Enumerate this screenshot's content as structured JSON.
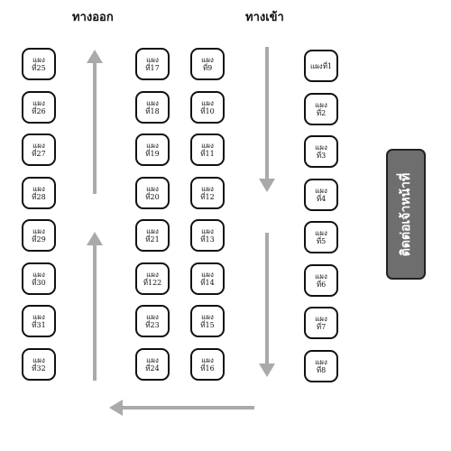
{
  "header": {
    "exit_label": "ทางออก",
    "entrance_label": "ทางเข้า"
  },
  "contact_box": {
    "label": "ติดต่อเจ้าหน้าที่"
  },
  "booth_word": "แผง",
  "columns": {
    "left": [
      {
        "line1": "แผง",
        "line2": "ที่25"
      },
      {
        "line1": "แผง",
        "line2": "ที่26"
      },
      {
        "line1": "แผง",
        "line2": "ที่27"
      },
      {
        "line1": "แผง",
        "line2": "ที่28"
      },
      {
        "line1": "แผง",
        "line2": "ที่29"
      },
      {
        "line1": "แผง",
        "line2": "ที่30"
      },
      {
        "line1": "แผง",
        "line2": "ที่31"
      },
      {
        "line1": "แผง",
        "line2": "ที่32"
      }
    ],
    "mid_left": [
      {
        "line1": "แผง",
        "line2": "ที่17"
      },
      {
        "line1": "แผง",
        "line2": "ที่18"
      },
      {
        "line1": "แผง",
        "line2": "ที่19"
      },
      {
        "line1": "แผง",
        "line2": "ที่20"
      },
      {
        "line1": "แผง",
        "line2": "ที่21"
      },
      {
        "line1": "แผง",
        "line2": "ที่122"
      },
      {
        "line1": "แผง",
        "line2": "ที่23"
      },
      {
        "line1": "แผง",
        "line2": "ที่24"
      }
    ],
    "mid_right": [
      {
        "line1": "แผง",
        "line2": "ที่9"
      },
      {
        "line1": "แผง",
        "line2": "ที่10"
      },
      {
        "line1": "แผง",
        "line2": "ที่11"
      },
      {
        "line1": "แผง",
        "line2": "ที่12"
      },
      {
        "line1": "แผง",
        "line2": "ที่13"
      },
      {
        "line1": "แผง",
        "line2": "ที่14"
      },
      {
        "line1": "แผง",
        "line2": "ที่15"
      },
      {
        "line1": "แผง",
        "line2": "ที่16"
      }
    ],
    "right": [
      {
        "line1": "แผงที่1",
        "line2": ""
      },
      {
        "line1": "แผง",
        "line2": "ที่2"
      },
      {
        "line1": "แผง",
        "line2": "ที่3"
      },
      {
        "line1": "แผง",
        "line2": "ที่4"
      },
      {
        "line1": "แผง",
        "line2": "ที่5"
      },
      {
        "line1": "แผง",
        "line2": "ที่6"
      },
      {
        "line1": "แผง",
        "line2": "ที่7"
      },
      {
        "line1": "แผง",
        "line2": "ที่8"
      }
    ]
  },
  "colors": {
    "arrow": "#aaaaaa",
    "border": "#111111",
    "contact_bg": "#6e6e6e"
  }
}
